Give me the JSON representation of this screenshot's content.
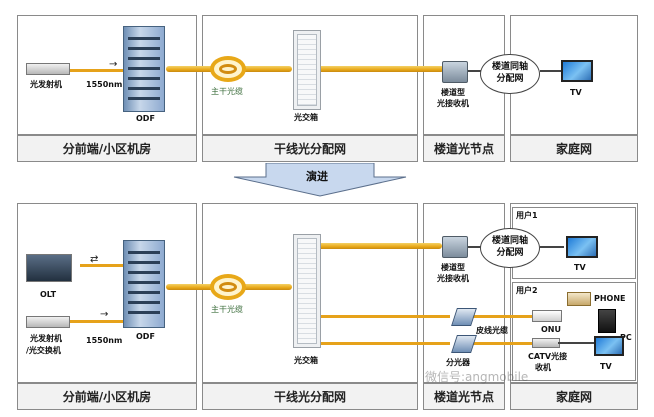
{
  "top": {
    "footers": [
      "分前端/小区机房",
      "干线光分配网",
      "楼道光节点",
      "家庭网"
    ],
    "labels": {
      "transmitter": "光发射机",
      "wavelength": "1550nm",
      "odf": "ODF",
      "trunk_cable": "主干光缆",
      "cabinet": "光交箱",
      "node": "楼道型\n光接收机",
      "cloud": "楼道同轴\n分配网",
      "tv": "TV"
    }
  },
  "middle": {
    "evolve": "演进"
  },
  "bottom": {
    "footers": [
      "分前端/小区机房",
      "干线光分配网",
      "楼道光节点",
      "家庭网"
    ],
    "labels": {
      "olt": "OLT",
      "transmitter": "光发射机\n/光交换机",
      "wavelength": "1550nm",
      "odf": "ODF",
      "trunk_cable": "主干光缆",
      "cabinet": "光交箱",
      "node": "楼道型\n光接收机",
      "cloud": "楼道同轴\n分配网",
      "user1": "用户1",
      "tv1": "TV",
      "user2": "用户2",
      "phone": "PHONE",
      "pc": "PC",
      "onu": "ONU",
      "drop_cable": "皮线光缆",
      "splitter": "分光器",
      "catv_rx": "CATV光接\n收机",
      "tv2": "TV"
    }
  },
  "watermark": "微信号:angmobile",
  "colors": {
    "fiber": "#e8a818",
    "panel_border": "#8a8a8a",
    "arrow": "#c8d8ee"
  }
}
